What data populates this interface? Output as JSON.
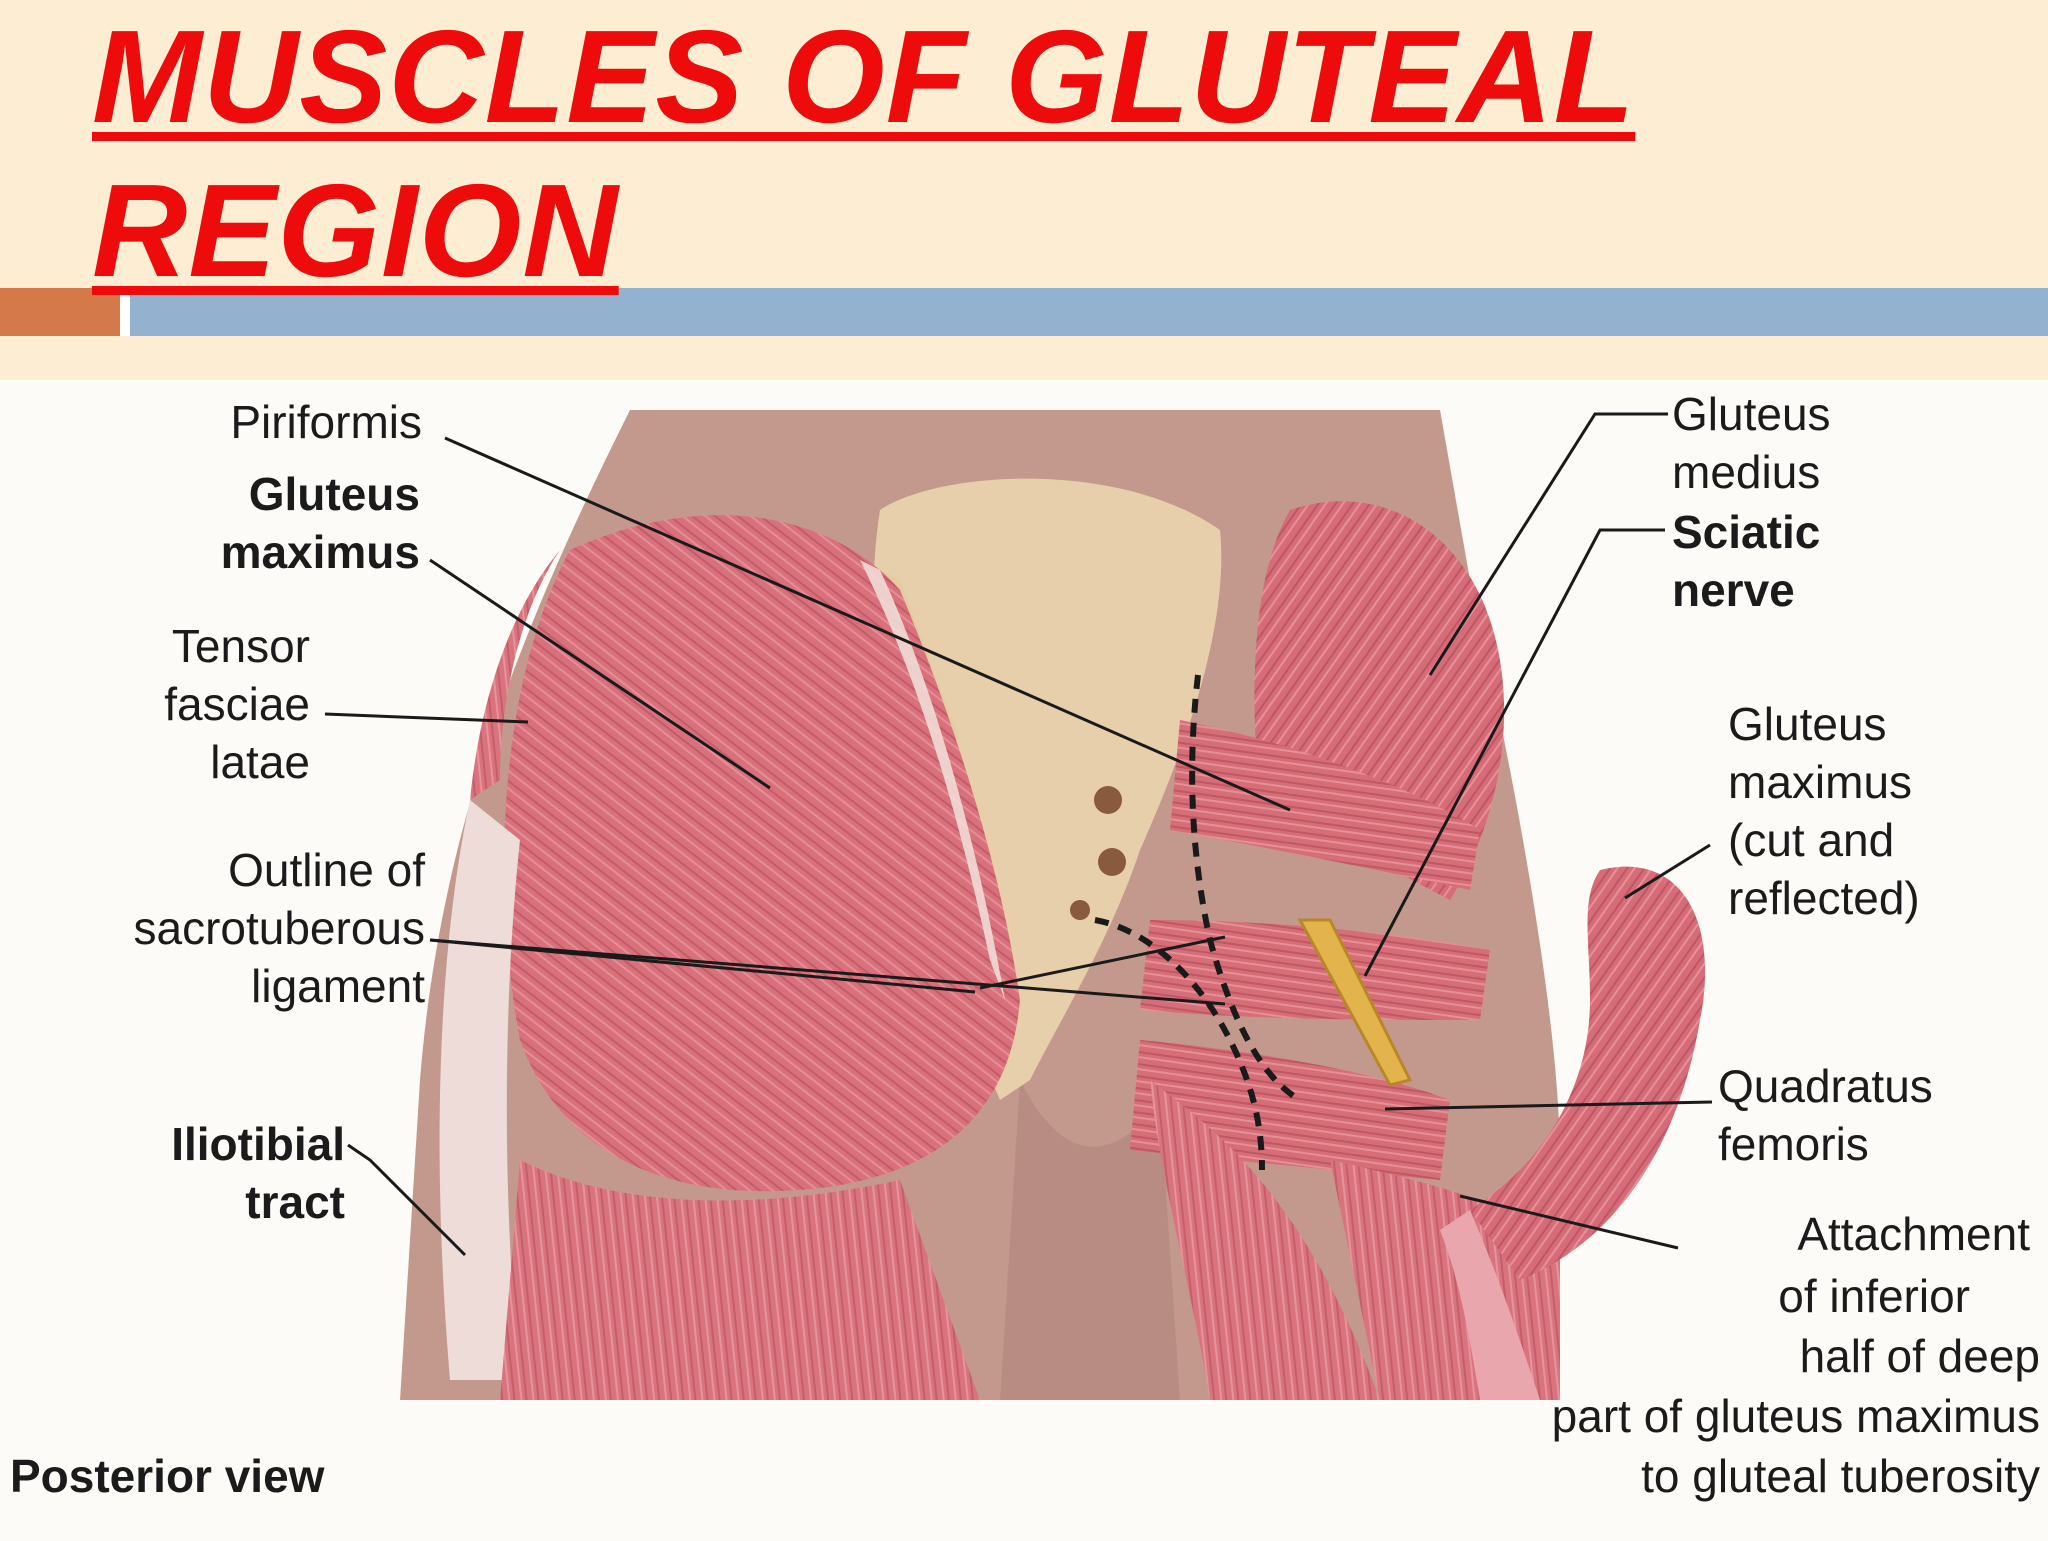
{
  "title": "MUSCLES OF GLUTEAL REGION",
  "figure": {
    "labels": {
      "piriformis": "Piriformis",
      "gluteus_maximus_1": "Gluteus",
      "gluteus_maximus_2": "maximus",
      "tensor_1": "Tensor",
      "tensor_2": "fasciae",
      "tensor_3": "latae",
      "outline_1": "Outline of",
      "outline_2": "sacrotuberous",
      "outline_3": "ligament",
      "iliotibial_1": "Iliotibial",
      "iliotibial_2": "tract",
      "gluteus_medius_1": "Gluteus",
      "gluteus_medius_2": "medius",
      "sciatic_1": "Sciatic",
      "sciatic_2": "nerve",
      "gmax_cut_1": "Gluteus",
      "gmax_cut_2": "maximus",
      "gmax_cut_3": "(cut and",
      "gmax_cut_4": "reflected)",
      "quadratus_1": "Quadratus",
      "quadratus_2": "femoris",
      "attachment_1": "Attachment",
      "attachment_2": "of inferior",
      "attachment_3": "half of deep",
      "attachment_4": "part of gluteus maximus",
      "attachment_5": "to gluteal tuberosity",
      "view": "Posterior view"
    }
  },
  "colors": {
    "title": "#ee0b0b",
    "header_bg": "#fdeed3",
    "accent_orange": "#d47a4a",
    "accent_blue": "#93b2cf",
    "muscle": "#d8707a",
    "bone": "#ecd6b4",
    "nerve": "#e2b24a"
  }
}
